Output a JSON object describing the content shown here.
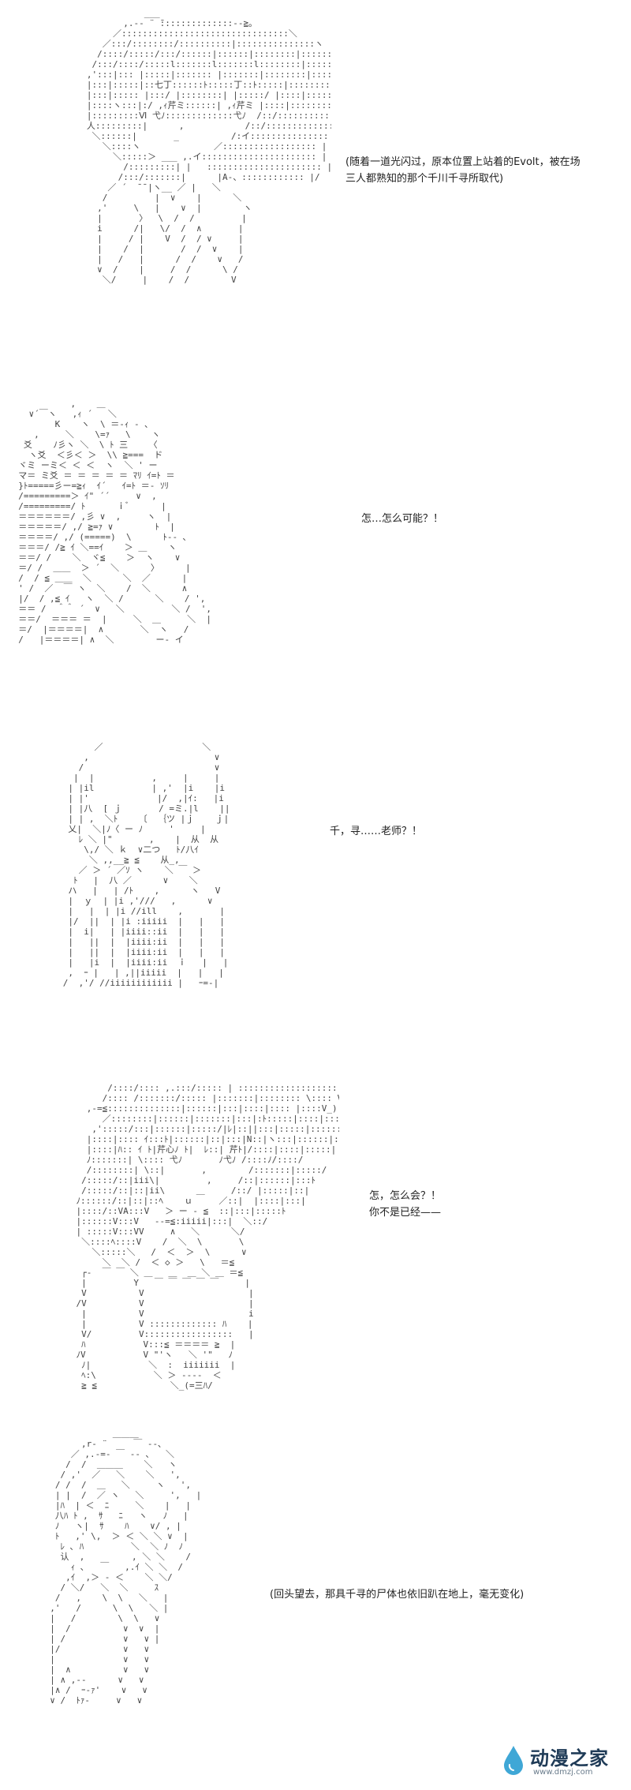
{
  "panels": [
    {
      "caption_lines": [
        "(随着一道光闪过，原本位置上站着的Evolt，被在场",
        "三人都熟知的那个千川千寻所取代)"
      ]
    },
    {
      "caption_lines": [
        "怎…怎么可能？！"
      ]
    },
    {
      "caption_lines": [
        "千，寻……老师？！"
      ]
    },
    {
      "caption_lines": [
        "怎，怎么会？！",
        "你不是已经——"
      ]
    },
    {
      "caption_lines": [
        "(回头望去，那具千寻的尸体也依旧趴在地上，毫无变化)"
      ]
    }
  ],
  "watermark": {
    "brand": "动漫之家",
    "url": "www.dmzj.com",
    "colors": {
      "text": "#1f3b57",
      "drop": "#3fa7d6",
      "url": "#6a7c8c"
    }
  },
  "icons": {
    "watermark_logo": "water-drop-icon"
  }
}
